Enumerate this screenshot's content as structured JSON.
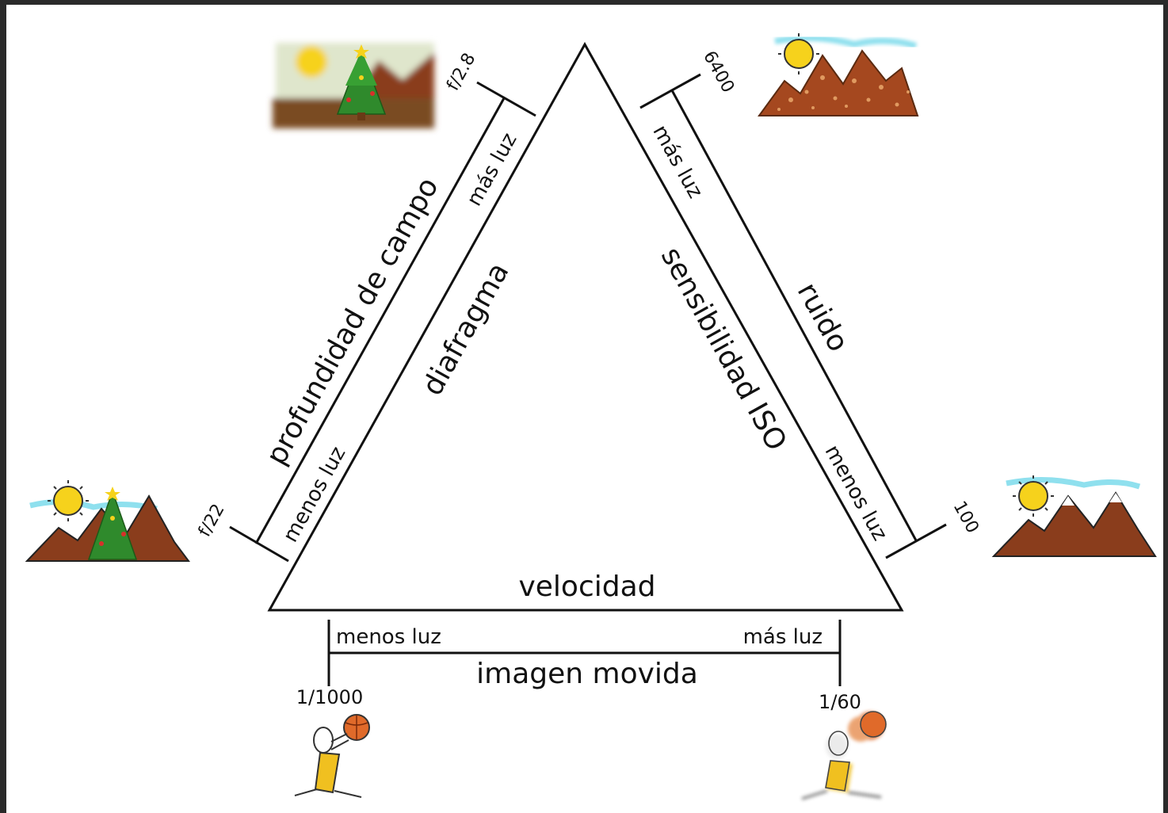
{
  "triangle": {
    "bottom_label": "velocidad",
    "left_inner_label": "diafragma",
    "right_inner_label": "sensibilidad ISO"
  },
  "aperture_scale": {
    "effect_label": "profundidad de campo",
    "less_light": "menos luz",
    "more_light": "más luz",
    "low_value": "f/22",
    "high_value": "f/2.8"
  },
  "iso_scale": {
    "effect_label": "ruido",
    "less_light": "menos luz",
    "more_light": "más luz",
    "low_value": "100",
    "high_value": "6400"
  },
  "shutter_scale": {
    "effect_label": "imagen movida",
    "less_light": "menos luz",
    "more_light": "más luz",
    "low_value": "1/1000",
    "high_value": "1/60"
  },
  "colors": {
    "line": "#111111",
    "sun": "#f6d21c",
    "sun_outline": "#333333",
    "sky": "#8fe0ee",
    "mountain": "#8a3d1c",
    "mountain_noise": "#b4582a",
    "ground": "#7a4b22",
    "tree": "#2f8a2c",
    "ball": "#e06a2a",
    "jersey": "#f0c020"
  },
  "icons": {
    "landscape_blur": "landscape-blurred-icon",
    "landscape_sharp": "landscape-sharp-icon",
    "landscape_noisy": "landscape-noisy-icon",
    "landscape_clean": "landscape-clean-icon",
    "player_frozen": "basketball-player-frozen-icon",
    "player_blur": "basketball-player-blurred-icon"
  }
}
